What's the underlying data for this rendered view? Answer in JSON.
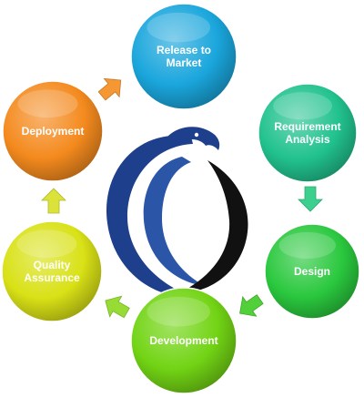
{
  "diagram": {
    "type": "cycle",
    "stages": [
      {
        "id": "release",
        "label_lines": [
          "Release to",
          "Market"
        ],
        "color": "#1aa6dc"
      },
      {
        "id": "requirement",
        "label_lines": [
          "Requirement",
          "Analysis"
        ],
        "color": "#21c28d"
      },
      {
        "id": "design",
        "label_lines": [
          "Design"
        ],
        "color": "#2ac83e"
      },
      {
        "id": "development",
        "label_lines": [
          "Development"
        ],
        "color": "#72d414"
      },
      {
        "id": "quality",
        "label_lines": [
          "Quality",
          "Assurance"
        ],
        "color": "#d9e116"
      },
      {
        "id": "deployment",
        "label_lines": [
          "Deployment"
        ],
        "color": "#f48a1e"
      }
    ],
    "arrows": [
      {
        "from": "deployment",
        "to": "release",
        "color": "#f59733"
      },
      {
        "from": "requirement",
        "to": "design",
        "color": "#3ccf8e"
      },
      {
        "from": "design",
        "to": "development",
        "color": "#52d03a"
      },
      {
        "from": "development",
        "to": "quality",
        "color": "#97dc35"
      },
      {
        "from": "quality",
        "to": "deployment",
        "color": "#dbe33a"
      }
    ],
    "center_logo": {
      "name": "eagle-logo",
      "colors": [
        "#1e3f8c",
        "#111111"
      ]
    }
  }
}
